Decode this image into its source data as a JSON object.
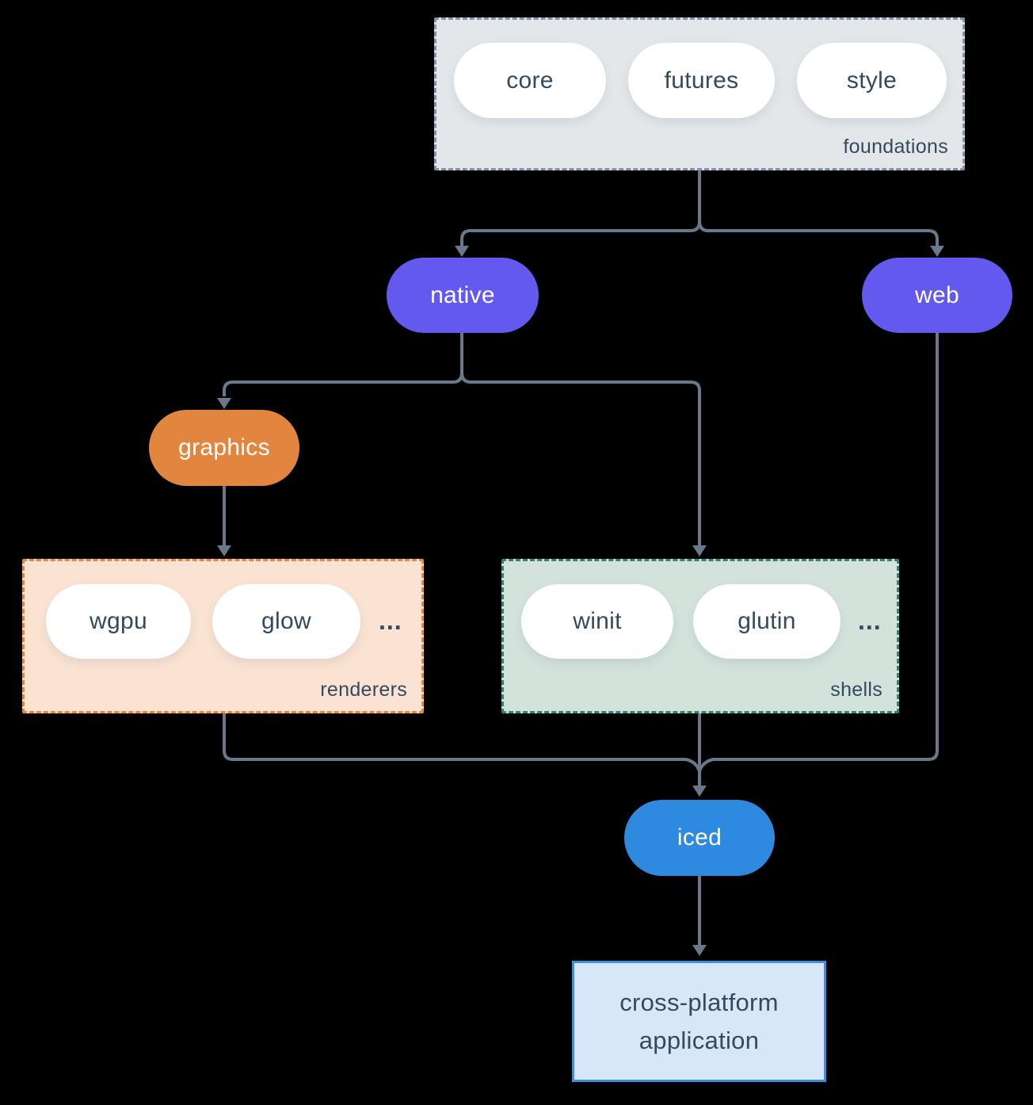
{
  "background": "#000000",
  "groups": {
    "foundations": {
      "label": "foundations",
      "pills": [
        "core",
        "futures",
        "style"
      ]
    },
    "renderers": {
      "label": "renderers",
      "pills": [
        "wgpu",
        "glow"
      ],
      "ellipsis": "..."
    },
    "shells": {
      "label": "shells",
      "pills": [
        "winit",
        "glutin"
      ],
      "ellipsis": "..."
    }
  },
  "nodes": {
    "native": {
      "label": "native",
      "color": "#6459ee"
    },
    "web": {
      "label": "web",
      "color": "#6459ee"
    },
    "graphics": {
      "label": "graphics",
      "color": "#e2853e"
    },
    "iced": {
      "label": "iced",
      "color": "#2e8ade"
    }
  },
  "application": {
    "line1": "cross-platform",
    "line2": "application"
  },
  "colors": {
    "connector": "#68798c",
    "pill_text": "#35495e",
    "foundations_fill": "#e3e7ea",
    "foundations_border": "#8494a8",
    "renderers_fill": "#fae3d2",
    "renderers_border": "#e8873c",
    "shells_fill": "#d3e2db",
    "shells_border": "#2e8577",
    "application_fill": "#d8e7f8",
    "application_border": "#3f8edd"
  }
}
